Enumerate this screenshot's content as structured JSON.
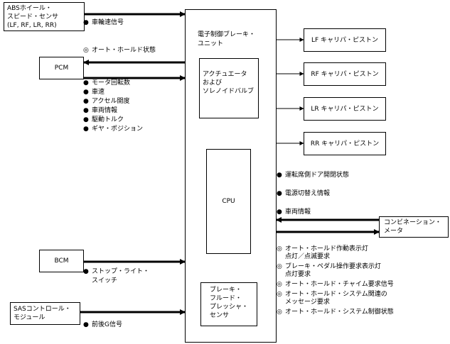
{
  "boxes": {
    "abs": "ABSホイール・\nスピード・センサ\n(LF, RF, LR, RR)",
    "pcm": "PCM",
    "bcm": "BCM",
    "sas": "SASコントロール・\nモジュール",
    "unit_title": "電子制御ブレーキ・\nユニット",
    "actuator": "アクチュエータ\nおよび\nソレノイドバルブ",
    "cpu": "CPU",
    "pressure_sensor": "ブレーキ・\nフルード・\nプレッシャ・\nセンサ",
    "lf": "LF キャリパ・ピストン",
    "rf": "RF キャリパ・ピストン",
    "lr": "LR キャリパ・ピストン",
    "rr": "RR キャリパ・ピストン",
    "combination_meter": "コンビネーション・\nメータ"
  },
  "markers": {
    "solid": "●",
    "hollow": "◎"
  },
  "signals": {
    "abs": [
      {
        "mark": "solid",
        "text": "車輪速信号"
      }
    ],
    "pcm_out": [
      {
        "mark": "hollow",
        "text": "オート・ホールド状態"
      }
    ],
    "pcm_in": [
      {
        "mark": "solid",
        "text": "モータ回転数"
      },
      {
        "mark": "solid",
        "text": "車速"
      },
      {
        "mark": "solid",
        "text": "アクセル開度"
      },
      {
        "mark": "solid",
        "text": "車両情報"
      },
      {
        "mark": "solid",
        "text": "駆動トルク"
      },
      {
        "mark": "solid",
        "text": "ギヤ・ポジション"
      }
    ],
    "bcm": [
      {
        "mark": "solid",
        "text": "ストップ・ライト・\nスイッチ"
      }
    ],
    "sas": [
      {
        "mark": "solid",
        "text": "前後G信号"
      }
    ],
    "meter_in": [
      {
        "mark": "solid",
        "text": "運転席側ドア開閉状態"
      },
      {
        "mark": "solid",
        "text": "電源切替え情報"
      },
      {
        "mark": "solid",
        "text": "車両情報"
      }
    ],
    "meter_out": [
      {
        "mark": "hollow",
        "text": "オート・ホールド作動表示灯\n点灯／点滅要求"
      },
      {
        "mark": "hollow",
        "text": "ブレーキ・ペダル操作要求表示灯\n点灯要求"
      },
      {
        "mark": "hollow",
        "text": "オート・ホールド・チャイム要求信号"
      },
      {
        "mark": "hollow",
        "text": "オート・ホールド・システム関連の\nメッセージ要求"
      },
      {
        "mark": "hollow",
        "text": "オート・ホールド・システム制御状態"
      }
    ]
  }
}
